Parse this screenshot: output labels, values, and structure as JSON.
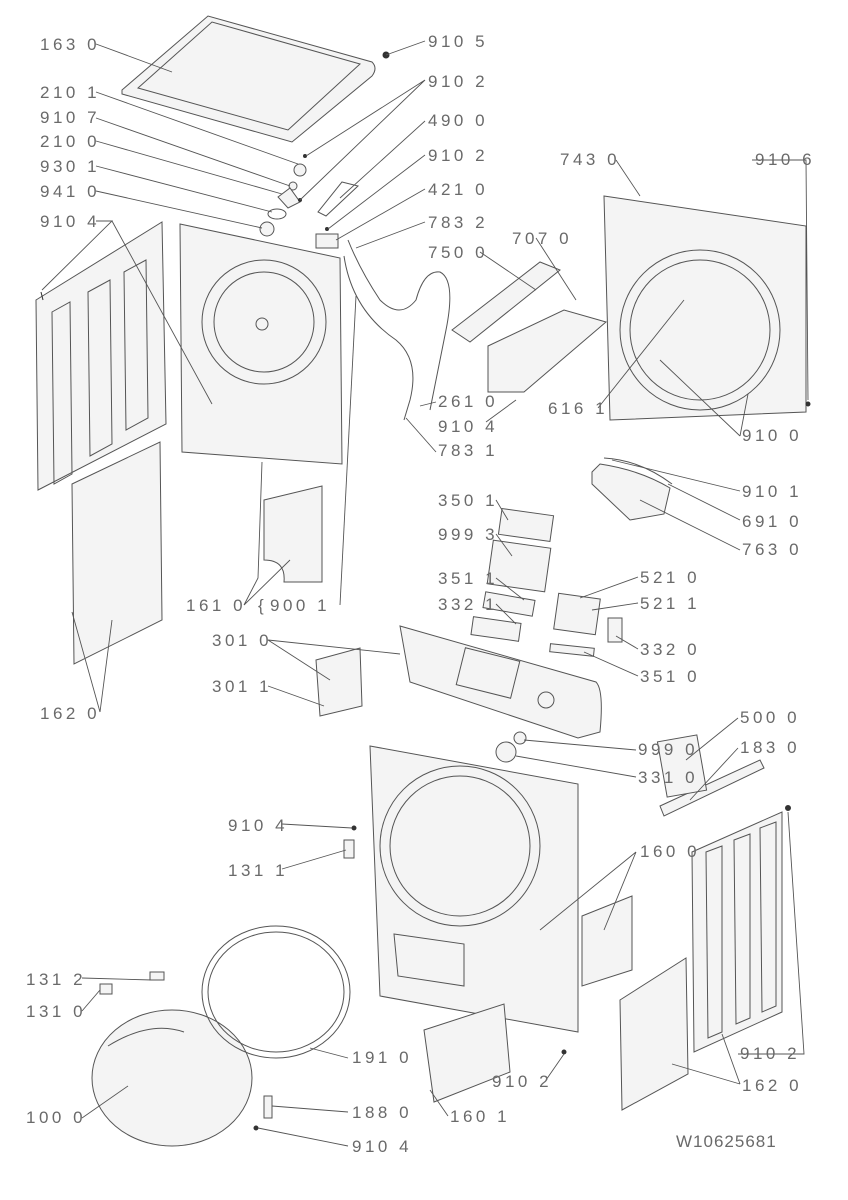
{
  "labels": [
    "163 0",
    "910 5",
    "210 1",
    "910 2",
    "910 7",
    "490 0",
    "210 0",
    "910 2",
    "930 1",
    "743 0",
    "910 6",
    "941 0",
    "421 0",
    "910 4",
    "783 2",
    "707 0",
    "750 0",
    "261 0",
    "910 4",
    "616 1",
    "910 0",
    "783 1",
    "910 1",
    "691 0",
    "763 0",
    "350 1",
    "999 3",
    "351 1",
    "521 0",
    "332 1",
    "521 1",
    "161 0",
    "900 1",
    "332 0",
    "301 0",
    "351 0",
    "301 1",
    "162 0",
    "500 0",
    "183 0",
    "999 0",
    "331 0",
    "910 4",
    "160 0",
    "131 1",
    "131 2",
    "131 0",
    "191 0",
    "910 2",
    "910 2",
    "162 0",
    "100 0",
    "188 0",
    "160 1",
    "910 4"
  ],
  "brace": "{",
  "drawing_number": "W10625681"
}
